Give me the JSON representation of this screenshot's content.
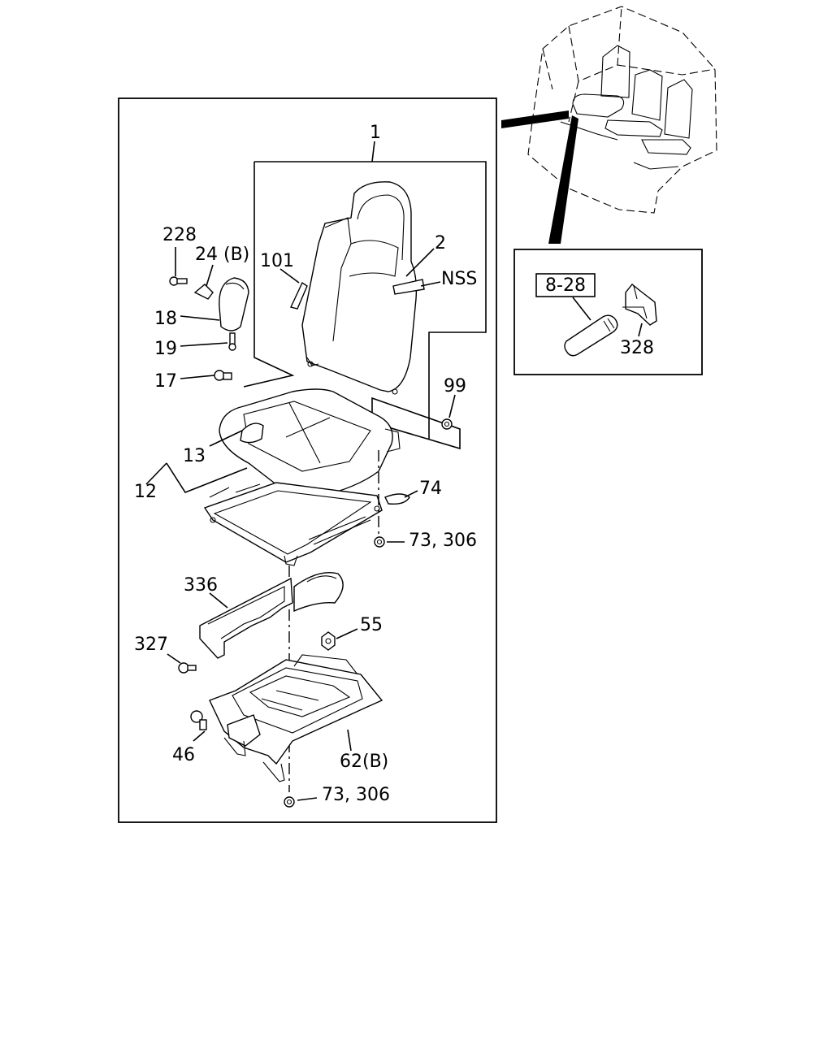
{
  "callouts": {
    "c1": "1",
    "c2": "2",
    "c101": "101",
    "nss": "NSS",
    "c228": "228",
    "c24b": "24 (B)",
    "c18": "18",
    "c19": "19",
    "c17": "17",
    "c99": "99",
    "c13": "13",
    "c12": "12",
    "c74": "74",
    "c73_306_top": "73, 306",
    "c336": "336",
    "c55": "55",
    "c327": "327",
    "c46": "46",
    "c62b": "62(B)",
    "c73_306_bottom": "73, 306"
  },
  "inset": {
    "ref_box": "8-28",
    "c328": "328"
  }
}
